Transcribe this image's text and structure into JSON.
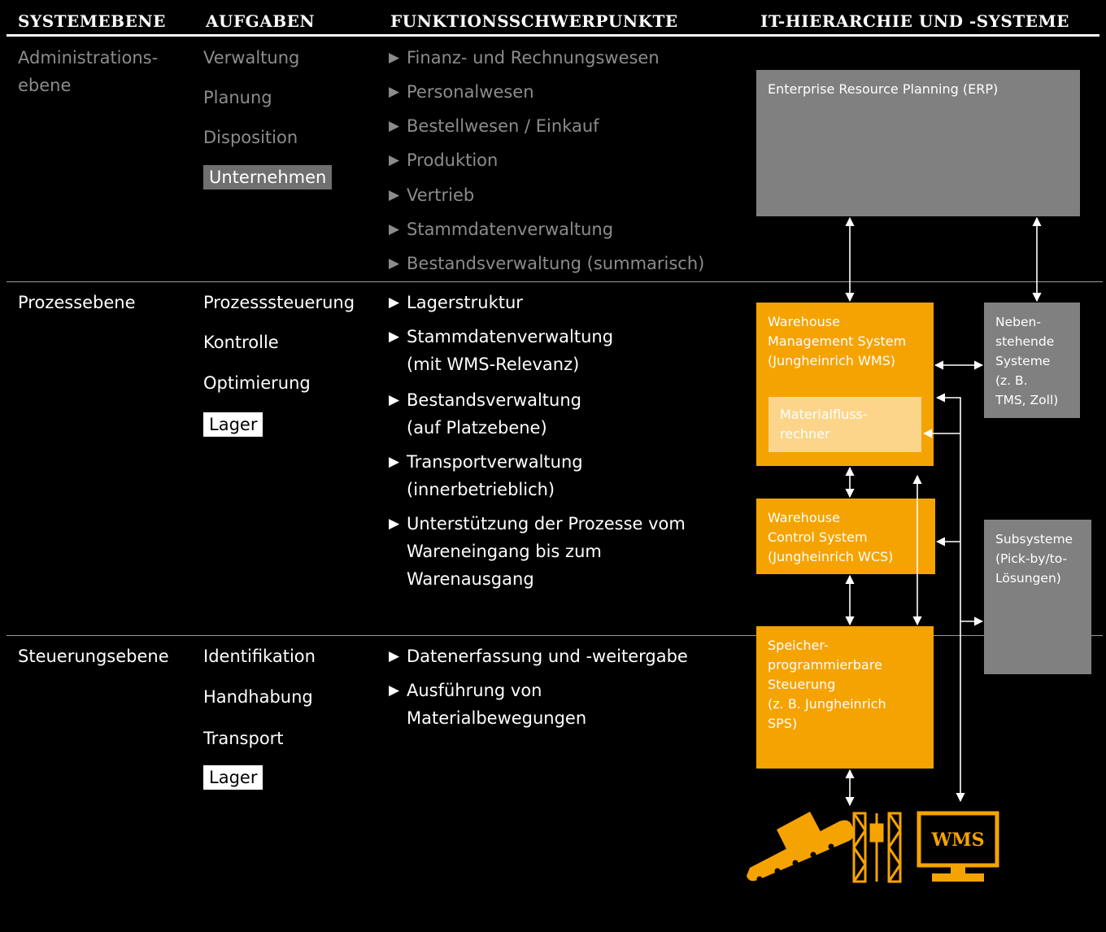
{
  "headers": {
    "systemebene": "SYSTEMEBENE",
    "aufgaben": "AUFGABEN",
    "funktionsschwerpunkte": "FUNKTIONSSCHWERPUNKTE",
    "it": "IT-HIERARCHIE UND -SYSTEME"
  },
  "rows": {
    "admin": {
      "level_line1": "Administrations-",
      "level_line2": "ebene",
      "tasks": [
        "Verwaltung",
        "Planung",
        "Disposition"
      ],
      "chip": "Unternehmen",
      "functions": [
        "Finanz- und Rechnungswesen",
        "Personalwesen",
        "Bestellwesen / Einkauf",
        "Produktion",
        "Vertrieb",
        "Stammdatenverwaltung",
        "Bestandsverwaltung (summarisch)"
      ]
    },
    "process": {
      "level": "Prozessebene",
      "tasks": [
        "Prozesssteuerung",
        "Kontrolle",
        "Optimierung"
      ],
      "chip": "Lager",
      "functions": [
        {
          "l1": "Lagerstruktur",
          "l2": ""
        },
        {
          "l1": "Stammdatenverwaltung",
          "l2": "(mit WMS-Relevanz)"
        },
        {
          "l1": "Bestandsverwaltung",
          "l2": "(auf Platzebene)"
        },
        {
          "l1": "Transportverwaltung",
          "l2": "(innerbetrieblich)"
        },
        {
          "l1": "Unterstützung der Prozesse vom",
          "l2": "Wareneingang bis zum",
          "l3": "Warenausgang"
        }
      ]
    },
    "control": {
      "level": "Steuerungsebene",
      "tasks": [
        "Identifikation",
        "Handhabung",
        "Transport"
      ],
      "chip": "Lager",
      "functions": [
        {
          "l1": "Datenerfassung und -weitergabe",
          "l2": ""
        },
        {
          "l1": "Ausführung von",
          "l2": "Materialbewegungen"
        }
      ]
    }
  },
  "bullet_glyph": "▶",
  "systems": {
    "erp": "Enterprise Resource Planning (ERP)",
    "wms": [
      "Warehouse",
      "Management System",
      "(Jungheinrich WMS)"
    ],
    "mfr": [
      "Materialfluss-",
      "rechner"
    ],
    "wcs": [
      "Warehouse",
      "Control System",
      "(Jungheinrich WCS)"
    ],
    "sps": [
      "Speicher-",
      "programmierbare",
      "Steuerung",
      "(z. B. Jungheinrich",
      "SPS)"
    ],
    "neben": [
      "Neben-",
      "stehende",
      "Systeme",
      "(z. B.",
      "TMS, Zoll)"
    ],
    "sub": [
      "Subsysteme",
      "(Pick-by/to-",
      "Lösungen)"
    ]
  },
  "icons": {
    "conveyor": "conveyor-icon",
    "rack": "storage-rack-icon",
    "monitor": "wms-monitor-icon",
    "monitor_label": "WMS"
  },
  "colors": {
    "background": "#000000",
    "orange": "#f5a300",
    "light_orange": "#fcd58a",
    "grey_box": "#808080",
    "dim_text": "#8c8c8c"
  }
}
